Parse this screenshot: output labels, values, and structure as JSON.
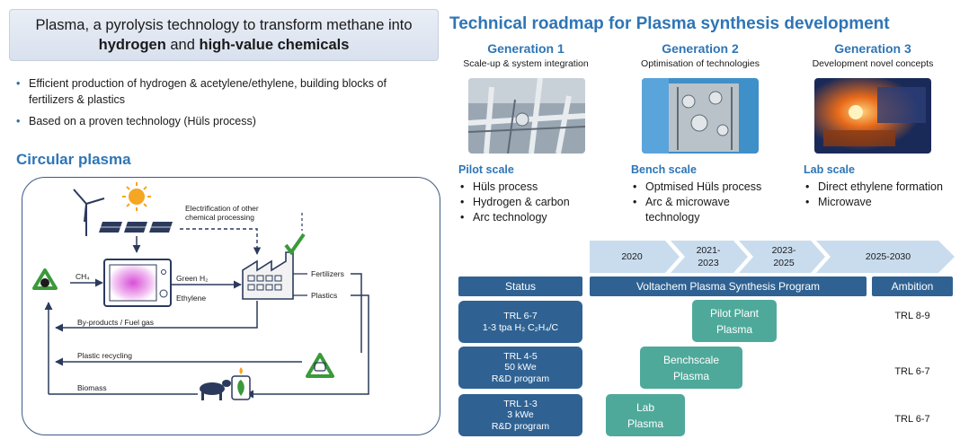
{
  "title_box": {
    "line1": "Plasma, a pyrolysis technology to transform methane into",
    "bold1": "hydrogen",
    "and": " and ",
    "bold2": "high-value chemicals"
  },
  "left_bullets": [
    "Efficient production of hydrogen & acetylene/ethylene, building blocks of fertilizers & plastics",
    "Based on a proven technology (Hüls process)"
  ],
  "circular": {
    "heading": "Circular plasma",
    "labels": {
      "electrification": "Electrification of other chemical processing",
      "ch4": "CH₄",
      "green_h2": "Green H₂",
      "ethylene": "Ethylene",
      "fertilizers": "Fertilizers",
      "plastics": "Plastics",
      "byproducts": "By-products / Fuel gas",
      "plastic_recycling": "Plastic recycling",
      "biomass": "Biomass"
    },
    "colors": {
      "frame": "#3e5a86",
      "arrow": "#2b3a5c",
      "recycle": "#3a9a3a",
      "plasma": "#d84fd8"
    }
  },
  "roadmap": {
    "title": "Technical roadmap for Plasma synthesis development",
    "generations": [
      {
        "title": "Generation 1",
        "subtitle": "Scale-up & system integration",
        "scale": "Pilot scale",
        "items": [
          "Hüls process",
          "Hydrogen & carbon",
          "Arc technology"
        ]
      },
      {
        "title": "Generation 2",
        "subtitle": "Optimisation of technologies",
        "scale": "Bench scale",
        "items": [
          "Optmised Hüls process",
          "Arc & microwave technology"
        ]
      },
      {
        "title": "Generation 3",
        "subtitle": "Development novel concepts",
        "scale": "Lab scale",
        "items": [
          "Direct ethylene formation",
          "Microwave"
        ]
      }
    ],
    "timeline": [
      "2020",
      "2021-\n2023",
      "2023-\n2025",
      "2025-2030"
    ],
    "headers": {
      "status": "Status",
      "program": "Voltachem Plasma Synthesis Program",
      "ambition": "Ambition"
    },
    "rows": [
      {
        "status": [
          "TRL 6-7",
          "1-3 tpa H₂ C₂H₄/C"
        ],
        "program": [
          "Pilot Plant",
          "Plasma"
        ],
        "ambition": "TRL 8-9"
      },
      {
        "status": [
          "TRL 4-5",
          "50 kWe",
          "R&D program"
        ],
        "program": [
          "Benchscale",
          "Plasma"
        ],
        "ambition": "TRL 6-7"
      },
      {
        "status": [
          "TRL 1-3",
          "3 kWe",
          "R&D program"
        ],
        "program": [
          "Lab",
          "Plasma"
        ],
        "ambition": "TRL 6-7"
      }
    ],
    "colors": {
      "status": "#2f6293",
      "program": "#4fa99a",
      "timeline": "#c9dcee",
      "heading": "#2e75b6"
    }
  }
}
